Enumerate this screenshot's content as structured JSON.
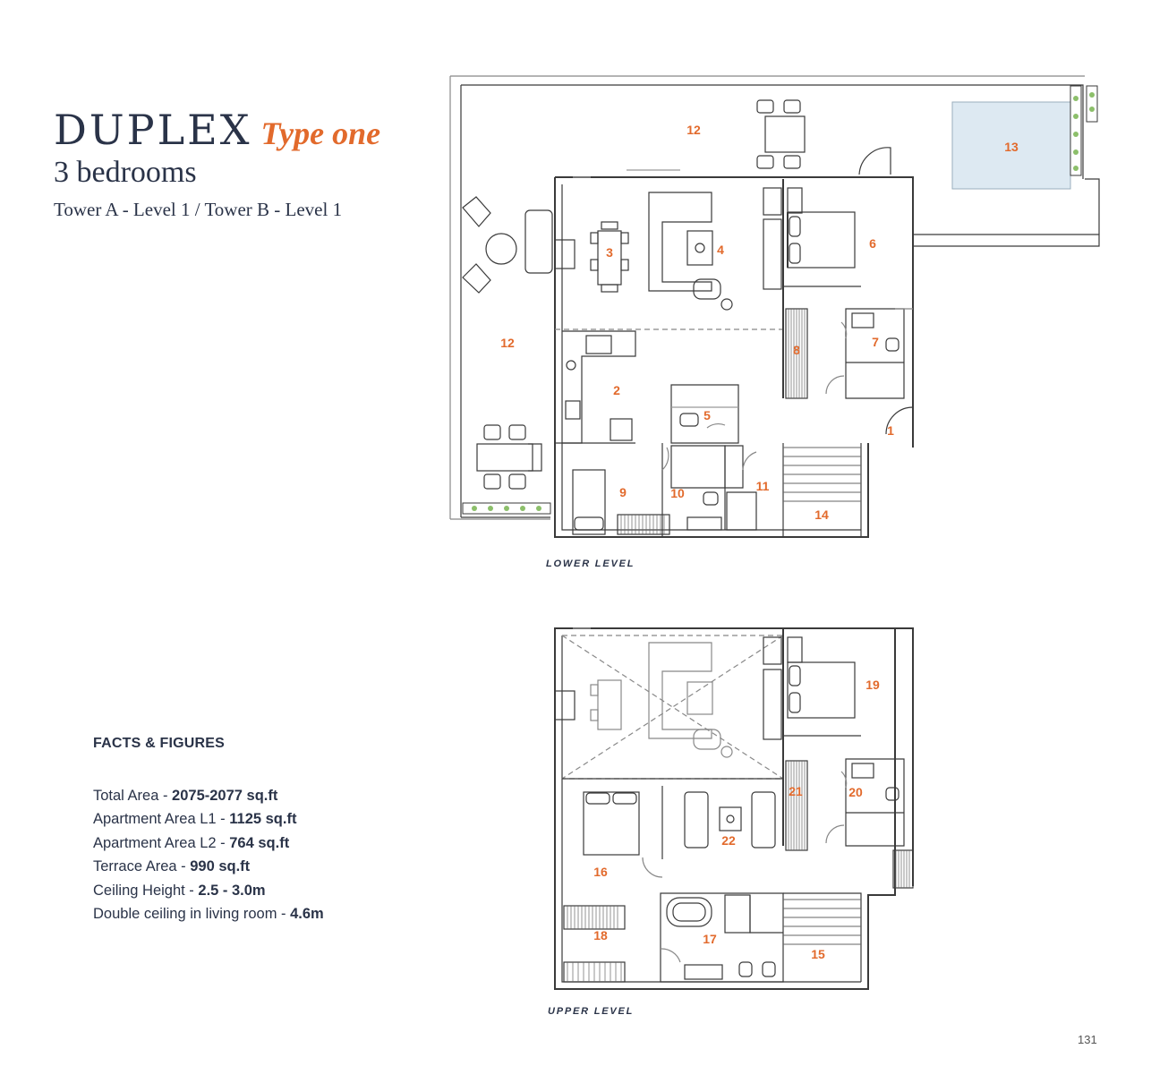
{
  "header": {
    "title": "DUPLEX",
    "title_accent": "Type one",
    "subtitle": "3 bedrooms",
    "location": "Tower A - Level 1 / Tower B - Level 1"
  },
  "facts": {
    "heading": "FACTS & FIGURES",
    "rows": [
      {
        "label": "Total Area - ",
        "value": "2075-2077 sq.ft"
      },
      {
        "label": "Apartment Area L1 - ",
        "value": "1125 sq.ft"
      },
      {
        "label": "Apartment Area L2 - ",
        "value": "764 sq.ft"
      },
      {
        "label": "Terrace Area - ",
        "value": "990 sq.ft"
      },
      {
        "label": "Ceiling Height - ",
        "value": "2.5 - 3.0m"
      },
      {
        "label": "Double ceiling in living room - ",
        "value": "4.6m"
      }
    ]
  },
  "plans": {
    "lower_caption": "LOWER LEVEL",
    "upper_caption": "UPPER LEVEL",
    "lower_labels": [
      "12",
      "13",
      "3",
      "4",
      "6",
      "12",
      "7",
      "8",
      "2",
      "5",
      "1",
      "9",
      "10",
      "11",
      "14"
    ],
    "upper_labels": [
      "19",
      "21",
      "20",
      "22",
      "16",
      "18",
      "17",
      "15"
    ]
  },
  "page_number": "131",
  "colors": {
    "navy": "#2a3348",
    "accent": "#e26a2c",
    "pool": "#dde9f2",
    "plant": "#8cbf6a"
  }
}
